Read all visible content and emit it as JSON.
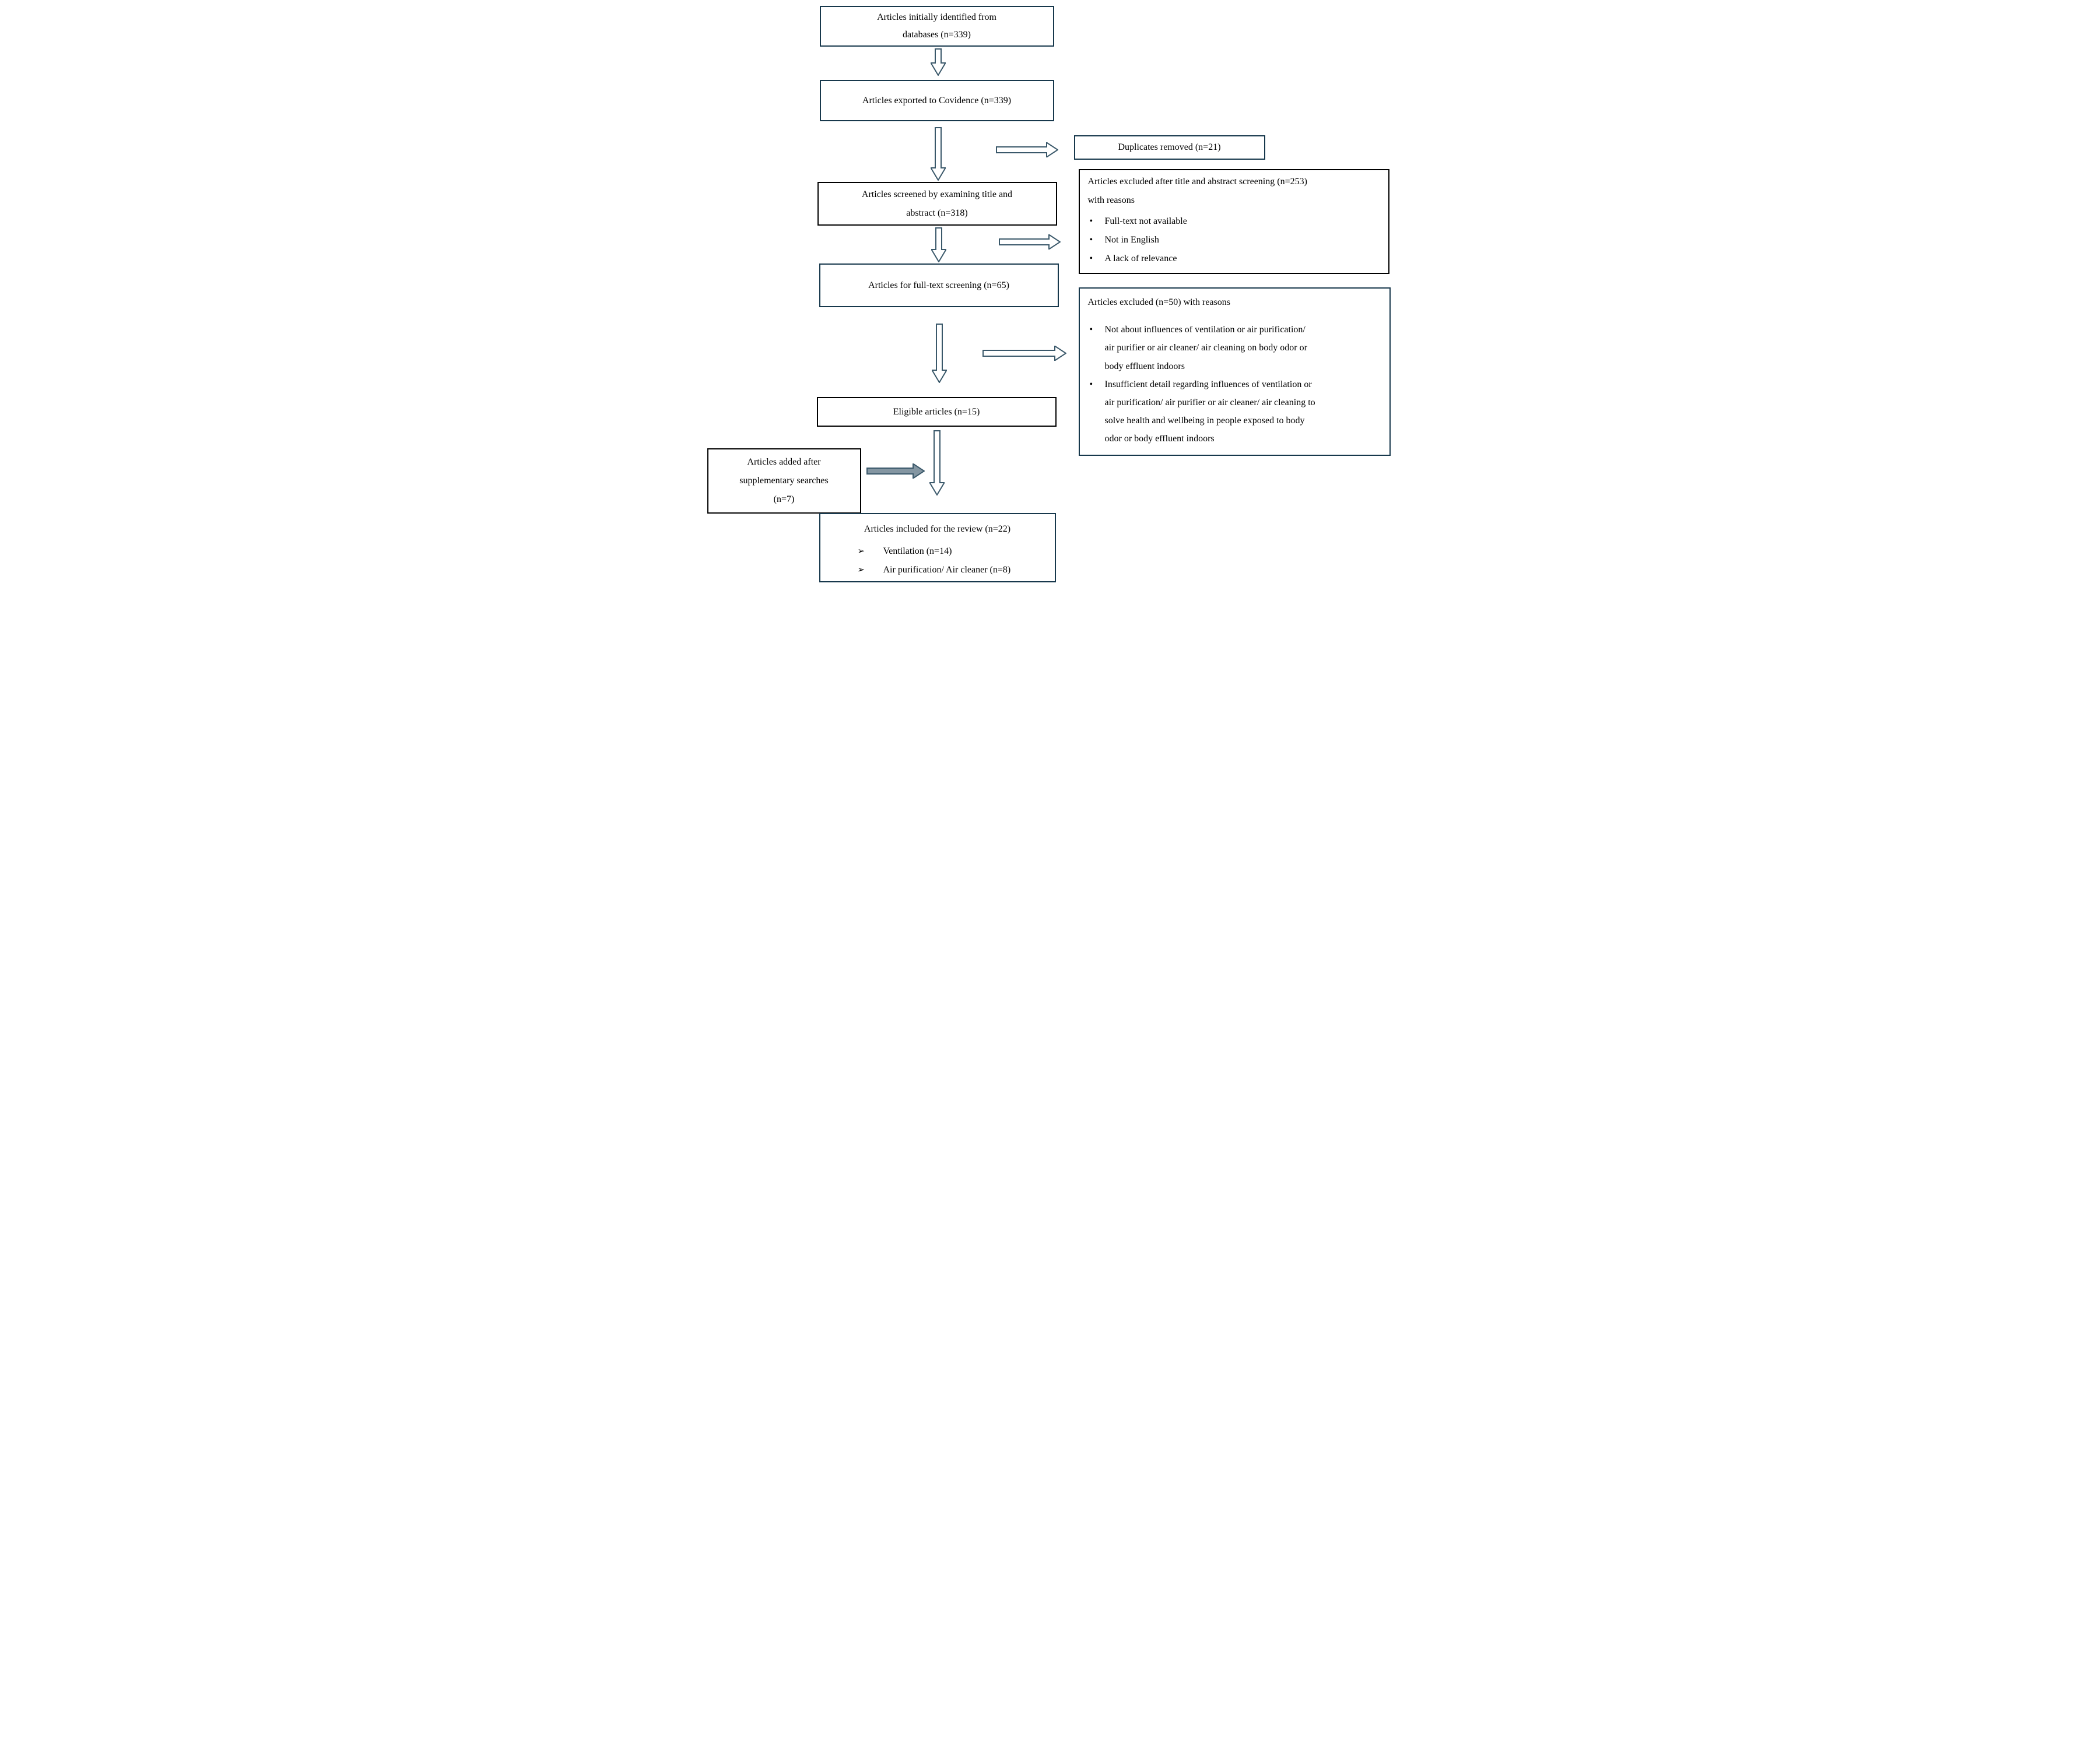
{
  "figure": {
    "type": "flow-diagram",
    "boxes": {
      "identified": {
        "lines": [
          "Articles initially identified from",
          "databases (n=339)"
        ]
      },
      "exported": {
        "lines": [
          "Articles exported to Covidence (n=339)"
        ]
      },
      "duplicates": {
        "lines": [
          "Duplicates removed (n=21)"
        ]
      },
      "screened": {
        "lines": [
          "Articles screened by examining title and",
          "abstract (n=318)"
        ]
      },
      "excluded_title_abstract": {
        "title_lines": [
          "Articles excluded after title and abstract screening (n=253)",
          "with reasons"
        ],
        "bullet_glyph": "•",
        "bullets": [
          "Full-text not available",
          "Not in English",
          "A lack of relevance"
        ]
      },
      "fulltext": {
        "lines": [
          "Articles for full-text screening (n=65)"
        ]
      },
      "excluded_fulltext": {
        "title": "Articles excluded (n=50) with reasons",
        "bullet_glyph": "•",
        "bullets": [
          {
            "lines": [
              "Not about influences of ventilation or air purification/",
              "air purifier or air cleaner/ air cleaning on body odor or",
              "body effluent indoors"
            ]
          },
          {
            "lines": [
              "Insufficient detail regarding influences of ventilation or",
              "air purification/ air purifier or air cleaner/ air cleaning to",
              "solve health and wellbeing in people exposed to body",
              "odor or body effluent indoors"
            ]
          }
        ]
      },
      "eligible": {
        "lines": [
          "Eligible articles (n=15)"
        ]
      },
      "supplementary": {
        "lines": [
          "Articles added after",
          "supplementary searches",
          "(n=7)"
        ]
      },
      "included": {
        "title": "Articles included for the review (n=22)",
        "item_glyph": "➢",
        "items": [
          "Ventilation (n=14)",
          "Air purification/ Air cleaner (n=8)"
        ]
      }
    },
    "colors": {
      "navy_border": "#17384c",
      "black_border": "#000000",
      "arrow_outline": "#3a586a",
      "arrow_fill": "#ffffff",
      "arrow_fill_gray": "#8496a2",
      "text": "#000000",
      "background": "#ffffff"
    }
  }
}
